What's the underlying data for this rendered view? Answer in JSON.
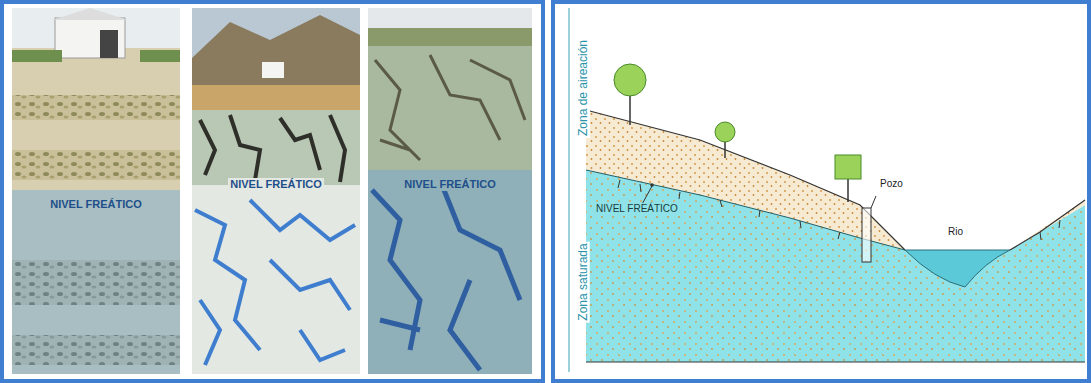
{
  "diagram": {
    "labels": [
      "NIVEL FREÁTICO",
      "NIVEL FREÁTICO",
      "NIVEL FREÁTICO",
      "Zona de aireación",
      "Zona saturada",
      "NIVEL FREÁTICO",
      "Pozo",
      "Rio"
    ]
  }
}
